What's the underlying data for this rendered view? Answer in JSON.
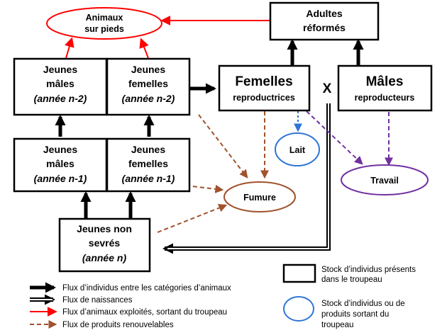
{
  "nodes": {
    "animaux": {
      "line1": "Animaux",
      "line2": "sur pieds",
      "color": "#ff0000"
    },
    "adultes": {
      "line1": "Adultes",
      "line2": "réformés"
    },
    "jm2": {
      "line1": "Jeunes",
      "line2": "mâles",
      "line3": "(année n-2)"
    },
    "jf2": {
      "line1": "Jeunes",
      "line2": "femelles",
      "line3": "(année n-2)"
    },
    "femelles": {
      "line1": "Femelles",
      "line2": "reproductrices"
    },
    "males": {
      "line1": "Mâles",
      "line2": "reproducteurs"
    },
    "jm1": {
      "line1": "Jeunes",
      "line2": "mâles",
      "line3": "(année n-1)"
    },
    "jf1": {
      "line1": "Jeunes",
      "line2": "femelles",
      "line3": "(année n-1)"
    },
    "jns": {
      "line1": "Jeunes non",
      "line2": "sevrés",
      "line3": "(année n)"
    },
    "cross": {
      "symbol": "X"
    },
    "lait": {
      "label": "Lait",
      "color": "#2e75d6"
    },
    "travail": {
      "label": "Travail",
      "color": "#7030a0"
    },
    "fumure": {
      "label": "Fumure",
      "color": "#a0522d"
    }
  },
  "legend": {
    "box_label1": "Stock d’individus présents",
    "box_label2": "dans le troupeau",
    "ellipse_label1": "Stock d’individus ou de",
    "ellipse_label2": "produits sortant du",
    "ellipse_label3": "troupeau",
    "items": [
      {
        "label": "Flux d’individus entre les catégories d’animaux",
        "style": "black-arrow"
      },
      {
        "label": "Flux de naissances",
        "style": "double-arrow"
      },
      {
        "label": "Flux d’animaux exploités, sortant du troupeau",
        "style": "red-arrow"
      },
      {
        "label": "Flux de produits renouvelables",
        "style": "dashed-arrow"
      }
    ]
  },
  "colors": {
    "exploited": "#ff0000",
    "products_brown": "#a0522d",
    "milk_blue": "#2e75d6",
    "work_purple": "#7030a0"
  }
}
